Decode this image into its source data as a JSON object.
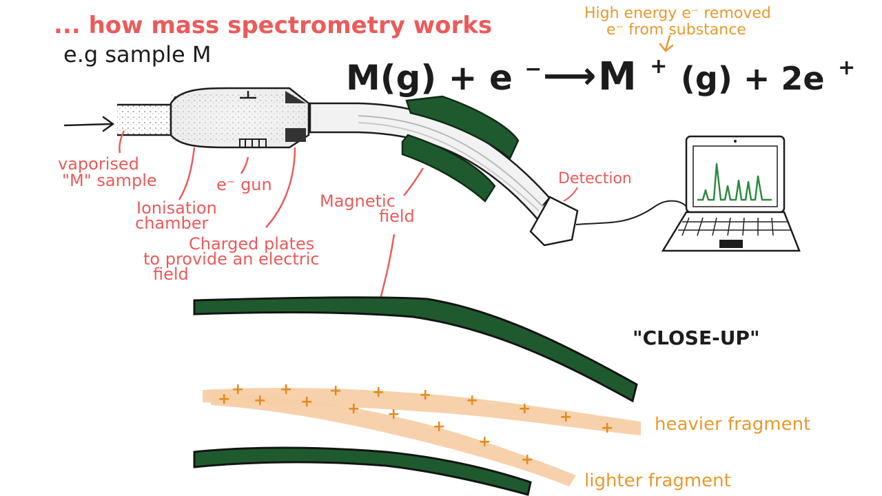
{
  "colors": {
    "red": "#ec5a5a",
    "ink": "#1c1c1c",
    "green": "#1f5a2e",
    "peach": "#f7cfa6",
    "orange": "#e8992d"
  },
  "heading": "... how mass spectrometry works",
  "sample": "e.g sample M",
  "equation": {
    "left": "M(g) + e",
    "left_sup": "−",
    "arrow": "⟶",
    "product": "M",
    "product_sup": "+",
    "right": "(g) + 2e",
    "right_sup": "+"
  },
  "note_high_energy": [
    "High energy e⁻ removed",
    "e⁻ from substance"
  ],
  "labels": {
    "vaporised": [
      "vaporised",
      "\"M\" sample"
    ],
    "ionisation": [
      "Ionisation",
      "chamber"
    ],
    "egun": "e⁻ gun",
    "charged_plates": [
      "Charged plates",
      "to provide an electric",
      "field"
    ],
    "magnetic_field": [
      "Magnetic",
      "field"
    ],
    "detection": "Detection",
    "close_up": "\"CLOSE-UP\"",
    "heavier": "heavier fragment",
    "lighter": "lighter fragment"
  },
  "icons": {
    "arrow": "arrow-right-icon",
    "laptop": "laptop-icon",
    "magnet": "magnet-icon"
  }
}
